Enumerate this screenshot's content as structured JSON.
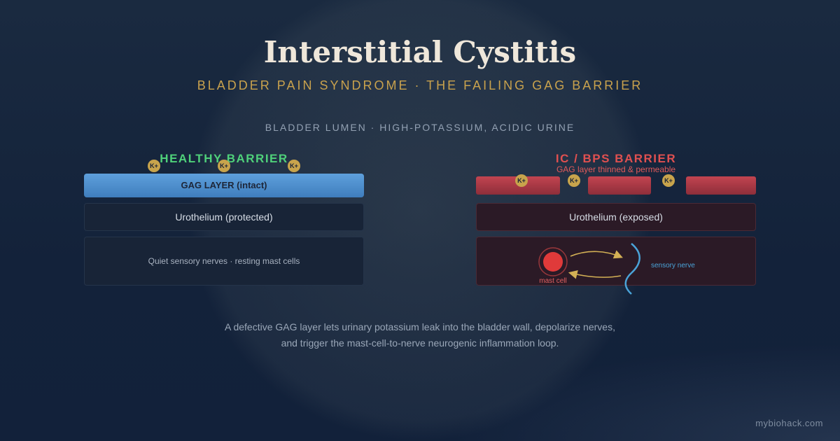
{
  "header": {
    "title": "Interstitial Cystitis",
    "subtitle": "BLADDER PAIN SYNDROME · THE FAILING GAG BARRIER",
    "lumen_label": "BLADDER LUMEN · HIGH-POTASSIUM, ACIDIC URINE"
  },
  "healthy": {
    "title": "HEALTHY BARRIER",
    "ion": "K+",
    "gag_label": "GAG LAYER (intact)",
    "urothelium_label": "Urothelium (protected)",
    "nerve_label": "Quiet sensory nerves · resting mast cells"
  },
  "ic": {
    "title": "IC / BPS BARRIER",
    "subtitle": "GAG layer thinned & permeable",
    "ion": "K+",
    "urothelium_label": "Urothelium (exposed)",
    "mast_cell_label": "mast cell",
    "nerve_label": "sensory nerve"
  },
  "caption": {
    "line1": "A defective GAG layer lets urinary potassium leak into the bladder wall, depolarize nerves,",
    "line2": "and trigger the mast-cell-to-nerve neurogenic inflammation loop."
  },
  "footer": {
    "brand": "mybiohack.com"
  },
  "colors": {
    "healthy_accent": "#4fd17a",
    "ic_accent": "#e05050",
    "gold": "#c9a24d",
    "gag_blue": "#4f8fcf",
    "nerve_blue": "#4aa3d8"
  }
}
